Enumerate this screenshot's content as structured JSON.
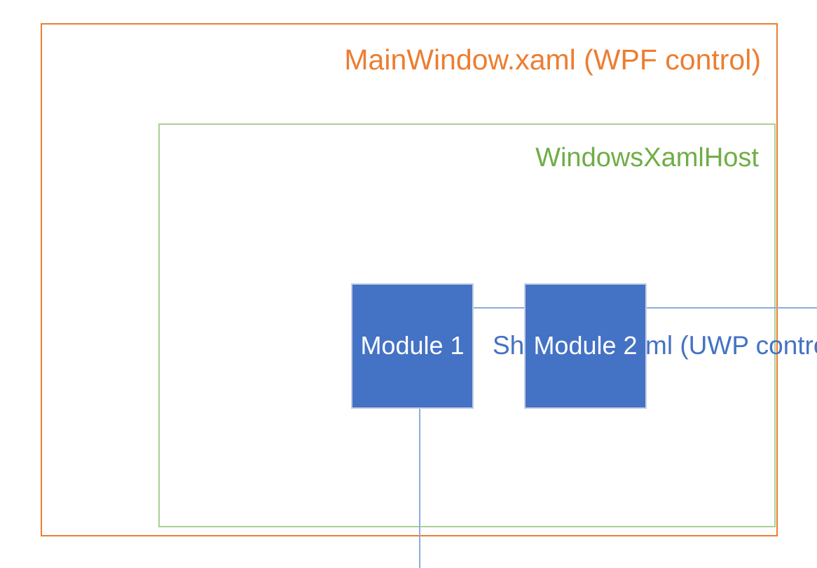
{
  "diagram": {
    "type": "nested-containment",
    "background_color": "#FFFFFF",
    "layers": [
      {
        "id": "wpf-host-window",
        "label": "MainWindow.xaml (WPF control)",
        "border_color": "#ED7D31",
        "text_color": "#ED7D31",
        "level": 1
      },
      {
        "id": "windows-xaml-host",
        "label": "WindowsXamlHost",
        "border_color": "#A9D18E",
        "text_color": "#70AD47",
        "level": 2
      },
      {
        "id": "uwp-shell-page",
        "label": "ShellPage.xaml (UWP control)",
        "border_color": "#8FAADC",
        "text_color": "#4472C4",
        "level": 3
      }
    ],
    "modules": [
      {
        "id": "module-1",
        "label": "Module 1",
        "fill_color": "#4472C4",
        "border_color": "#C5CFE3",
        "text_color": "#FFFFFF"
      },
      {
        "id": "module-2",
        "label": "Module 2",
        "fill_color": "#4472C4",
        "border_color": "#C5CFE3",
        "text_color": "#FFFFFF"
      }
    ]
  }
}
